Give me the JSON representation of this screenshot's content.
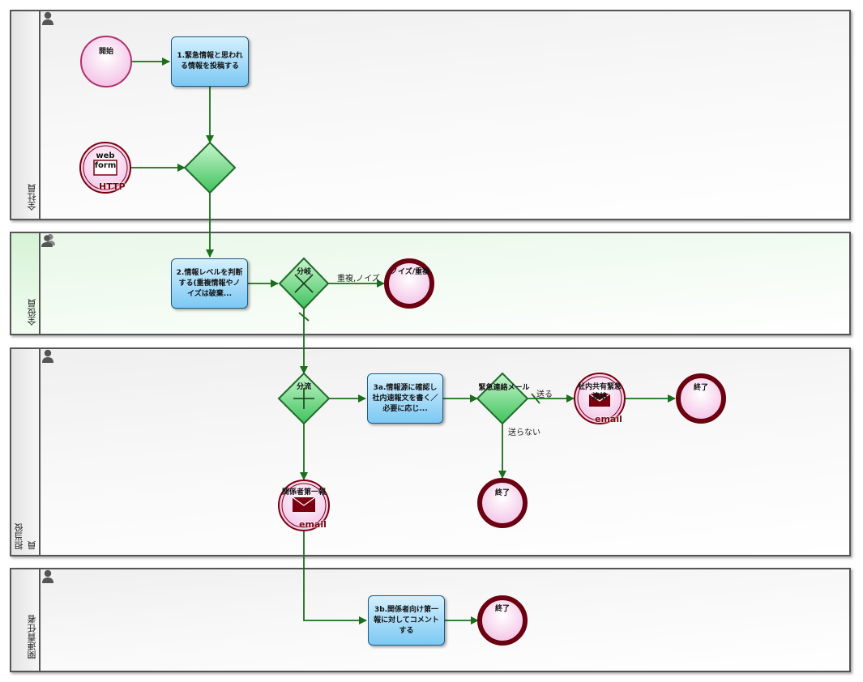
{
  "lanes": [
    {
      "id": "all",
      "title": "全社員"
    },
    {
      "id": "officers",
      "title": "全役員"
    },
    {
      "id": "charge",
      "title": "担当役員"
    },
    {
      "id": "related",
      "title": "関連責任者"
    }
  ],
  "nodes": {
    "start": {
      "label": "開始"
    },
    "webform": {
      "label": "web form",
      "tag": "HTTP"
    },
    "task1": {
      "label": "1.緊急情報と思われる情報を投稿する"
    },
    "task2": {
      "label": "2.情報レベルを判断する(重複情報やノイズは破棄..."
    },
    "gw_branch": {
      "label": "分岐"
    },
    "end_noise": {
      "label": "ノイズ/重複"
    },
    "gw_split": {
      "label": "分流"
    },
    "task3a": {
      "label": "3a.情報源に確認し社内速報文を書く／必要に応じ..."
    },
    "gw_mail": {
      "label": "緊急連絡メール"
    },
    "msg_internal": {
      "label": "社内共有緊急連絡",
      "tag": "email"
    },
    "end_a": {
      "label": "終了"
    },
    "end_b": {
      "label": "終了"
    },
    "msg_related": {
      "label": "関係者第一報",
      "tag": "email"
    },
    "task3b": {
      "label": "3b.関係者向け第一報に対してコメントする"
    },
    "end_c": {
      "label": "終了"
    }
  },
  "edges": {
    "duplicate": "重複,ノイズ",
    "send": "送る",
    "not_send": "送らない"
  },
  "colors": {
    "lane_border": "#555555",
    "task_fill": "#7cc8f3",
    "task_border": "#1d5a86",
    "event_fill": "#fbd6ef",
    "end_border": "#6b0010",
    "gateway_fill": "#5fd47a",
    "gateway_border": "#1f6b2a",
    "arrow": "#1b6e1b"
  }
}
